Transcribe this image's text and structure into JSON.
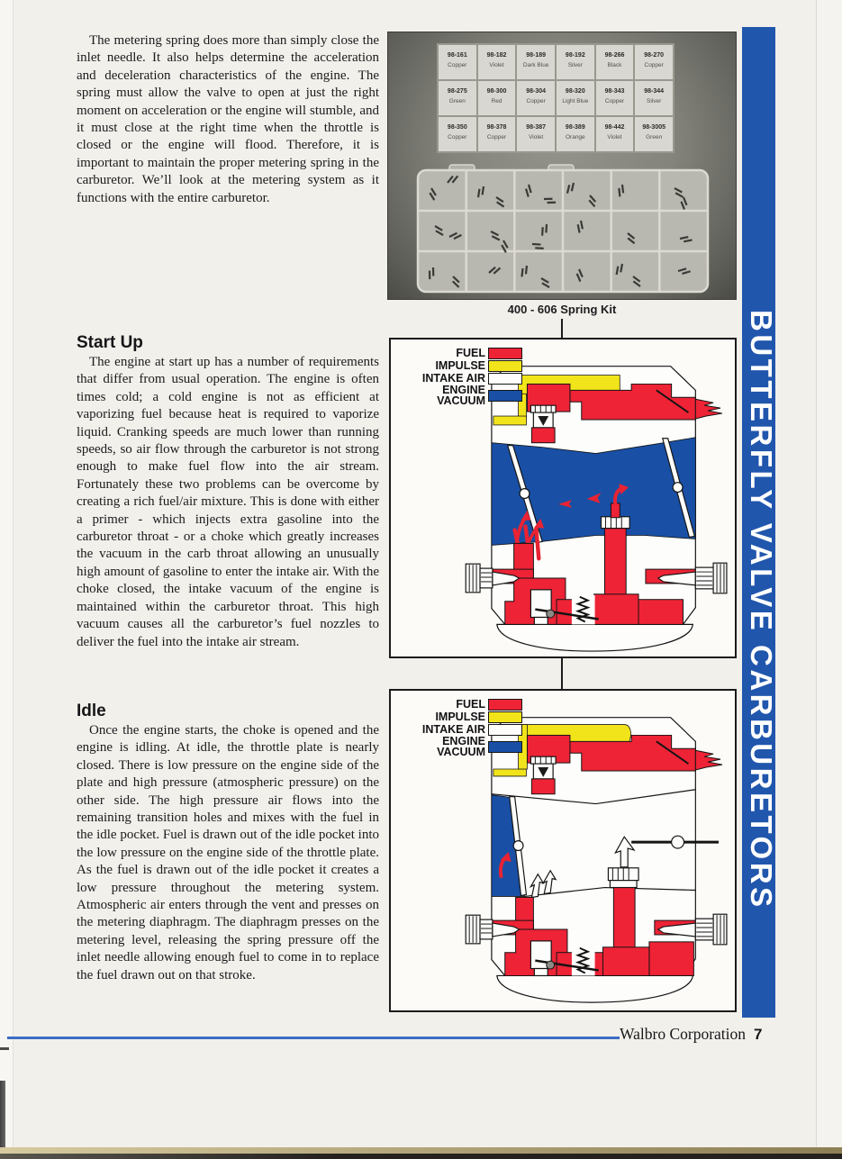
{
  "intro_paragraph": "The metering spring does more than simply close the inlet needle. It also helps determine the acceleration and deceleration characteristics of the engine. The spring must allow the valve to open at just the right moment on acceleration or the engine will stumble, and it must close at the right time when the throttle is closed or the engine will flood. Therefore, it is important to maintain the proper metering spring in the carburetor. We’ll look at the metering system as it functions with the entire carburetor.",
  "sections": [
    {
      "heading": "Start Up",
      "body": "The engine at start up has a number of requirements that differ from usual operation. The engine is often times cold; a cold engine is not as efficient at vaporizing fuel because heat is required to vaporize liquid. Cranking speeds are much lower than running speeds, so air flow through the carburetor is not strong enough to make fuel flow into the air stream. Fortunately these two problems can be overcome by creating a rich fuel/air mixture. This is done with either a primer - which injects extra gasoline into the carburetor throat - or a choke which greatly increases the vacuum in the carb throat allowing an unusually high amount of gasoline to enter the intake air. With the choke closed, the intake vacuum of the engine is maintained within the carburetor throat. This high vacuum causes all the carburetor’s fuel nozzles to deliver the fuel into the intake air stream."
    },
    {
      "heading": "Idle",
      "body": "Once the engine starts, the choke is opened and the engine is idling. At idle, the throttle plate is nearly closed. There is low pressure on the engine side of the plate and high pressure (atmospheric pressure) on the other side. The high pressure air flows into the remaining transition holes and mixes with the fuel in the idle pocket. Fuel is drawn out of the idle pocket into the low pressure on the engine side of the throttle plate. As the fuel is drawn out of the idle pocket it creates a low pressure throughout the metering system. Atmospheric air enters through the vent and presses on the metering diaphragm. The diaphragm presses on the metering level, releasing the spring pressure off the inlet needle allowing enough fuel to come in to replace the fuel drawn out on that stroke."
    }
  ],
  "spring_kit": {
    "caption": "400 - 606 Spring Kit",
    "rows": [
      [
        {
          "part": "98-161",
          "color": "Copper"
        },
        {
          "part": "98-182",
          "color": "Violet"
        },
        {
          "part": "98-189",
          "color": "Dark Blue"
        },
        {
          "part": "98-192",
          "color": "Silver"
        },
        {
          "part": "98-266",
          "color": "Black"
        },
        {
          "part": "98-270",
          "color": "Copper"
        }
      ],
      [
        {
          "part": "98-275",
          "color": "Green"
        },
        {
          "part": "98-300",
          "color": "Red"
        },
        {
          "part": "98-304",
          "color": "Copper"
        },
        {
          "part": "98-320",
          "color": "Light Blue"
        },
        {
          "part": "98-343",
          "color": "Copper"
        },
        {
          "part": "98-344",
          "color": "Silver"
        }
      ],
      [
        {
          "part": "98-350",
          "color": "Copper"
        },
        {
          "part": "98-378",
          "color": "Copper"
        },
        {
          "part": "98-387",
          "color": "Violet"
        },
        {
          "part": "98-389",
          "color": "Orange"
        },
        {
          "part": "98-442",
          "color": "Violet"
        },
        {
          "part": "98-3005",
          "color": "Green"
        }
      ]
    ]
  },
  "legend": {
    "items": [
      {
        "label": "FUEL",
        "color": "#ee2336"
      },
      {
        "label": "IMPULSE",
        "color": "#f2e41a"
      },
      {
        "label": "INTAKE AIR",
        "color": "#fdfdfb"
      },
      {
        "label": "ENGINE VACUUM",
        "color": "#1950a6"
      }
    ]
  },
  "banner": {
    "text": "BUTTERFLY VALVE CARBURETORS",
    "bg": "#2156ad",
    "fg": "#ffffff"
  },
  "footer": {
    "text": "Walbro Corporation",
    "page_number": "7",
    "rule_color": "#3d6cc4"
  }
}
